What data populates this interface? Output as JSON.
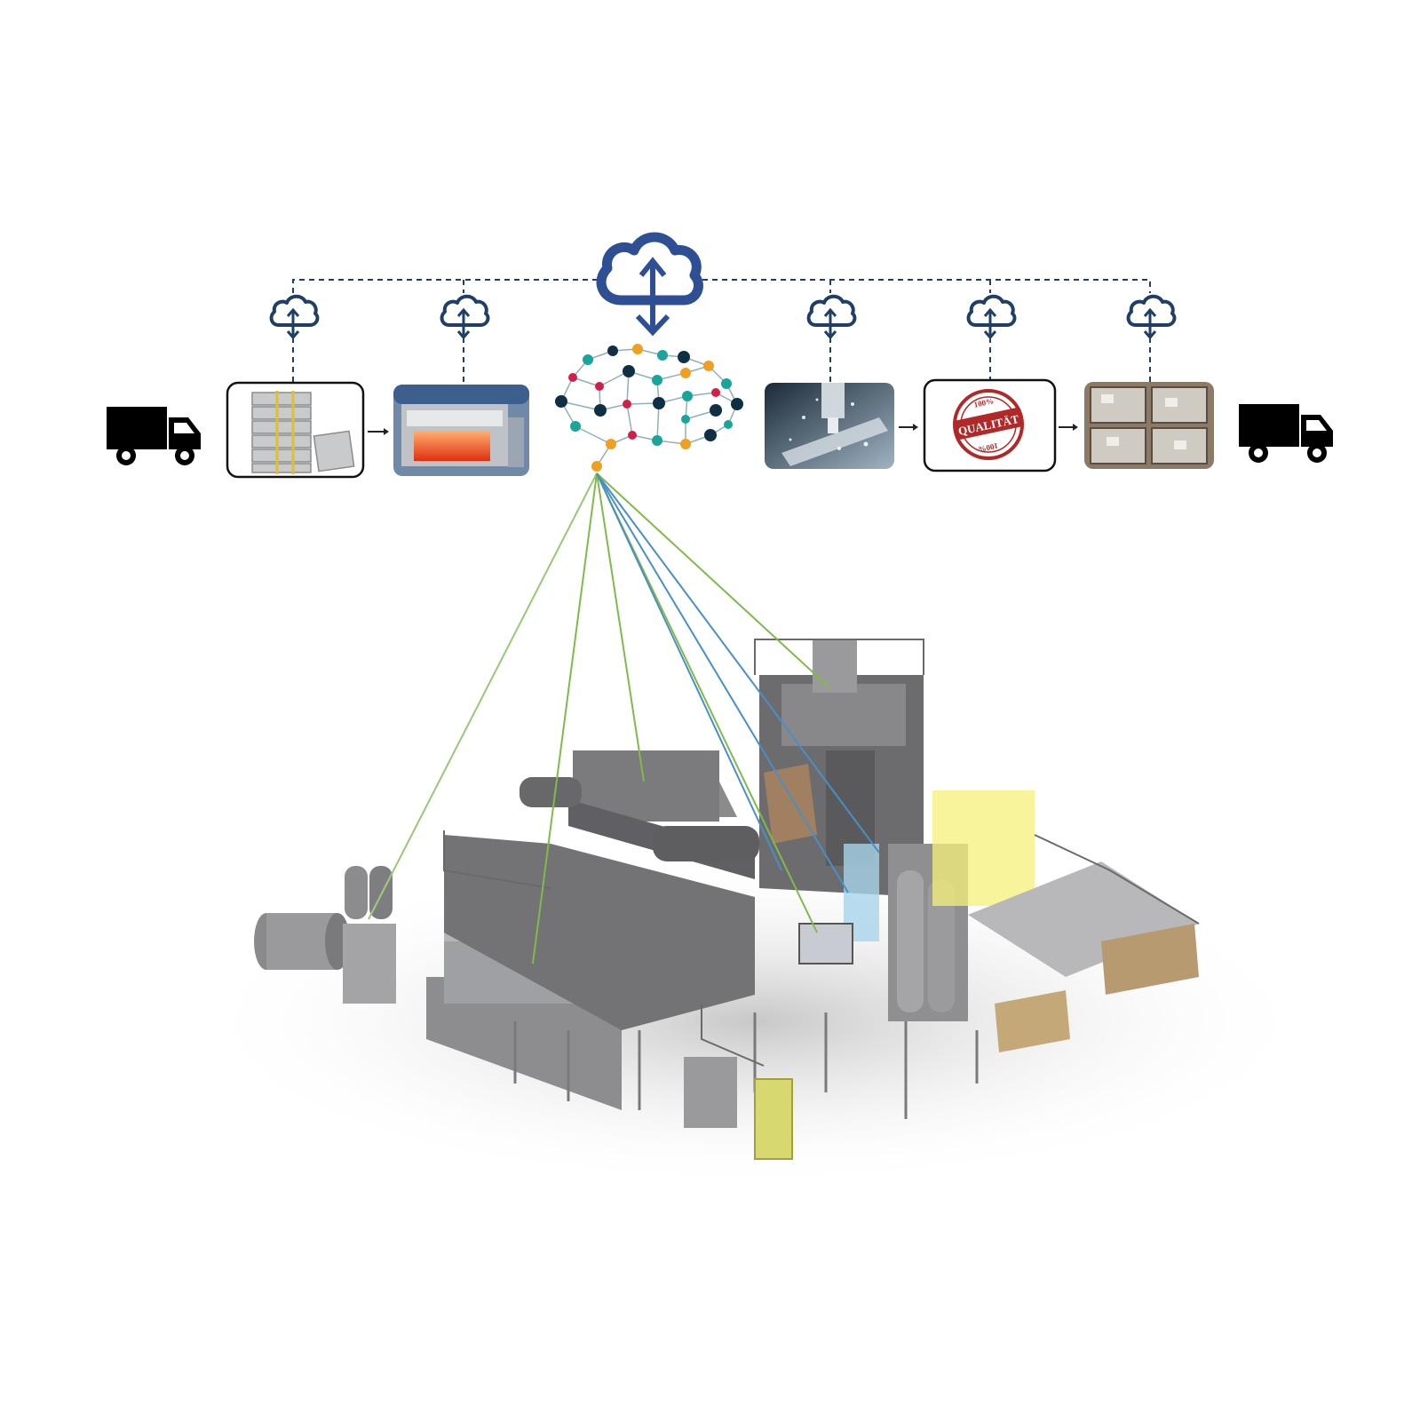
{
  "colors": {
    "cloud_blue": "#2f4f95",
    "cloud_small": "#1f3f66",
    "link_dash": "#1f3f66",
    "link_green": "#7fba4a",
    "link_blue": "#4a8fc4",
    "link_pale": "#c8dcc0",
    "node_navy": "#0f2f45",
    "node_teal": "#1aa59a",
    "node_orange": "#f0a020",
    "node_red": "#d0204a",
    "stamp_red": "#b02828",
    "machine_gray": "#6e6e70",
    "highlight_yellow": "#f4f07a"
  },
  "icons": {
    "main_cloud": "cloud-sync-icon",
    "process_cloud": "cloud-upload-icon",
    "truck": "truck-icon",
    "brain": "neural-network-brain-icon"
  },
  "stamp": {
    "top": "100%",
    "center": "QUALITÄT",
    "bottom": "100%"
  }
}
